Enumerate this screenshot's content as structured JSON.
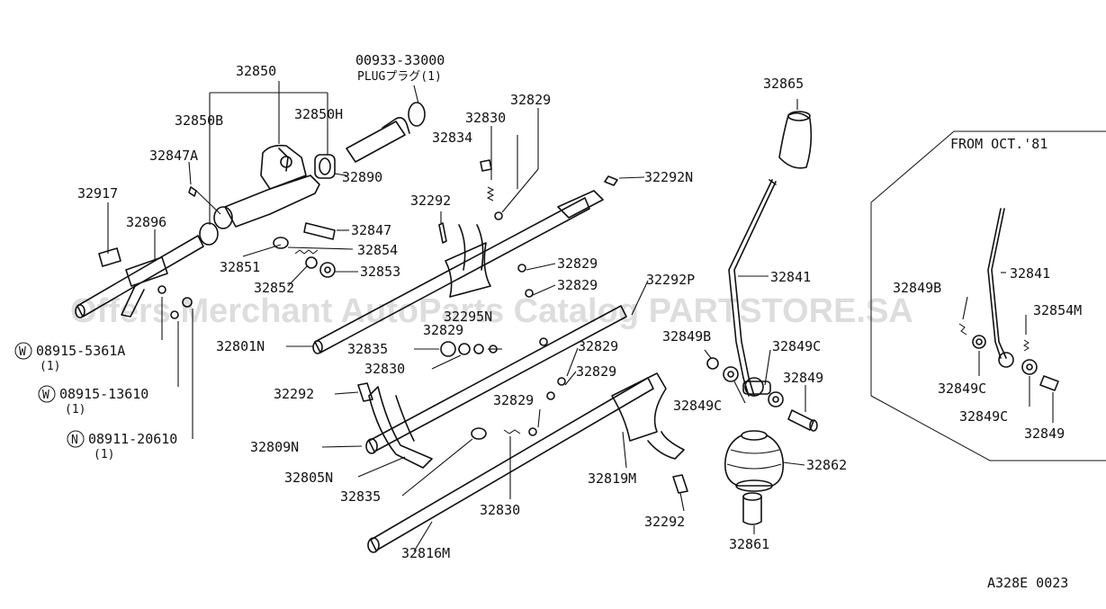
{
  "watermark": "Offers Merchant AutoParts Catalog PARTSTORE.SA",
  "diagram_code": "A328E 0023",
  "inset_title": "FROM OCT.'81",
  "labels": {
    "p32850": "32850",
    "p00933": "00933-33000",
    "plug": "PLUGプラグ(1)",
    "p32850B": "32850B",
    "p32850H": "32850H",
    "p32829a": "32829",
    "p32830a": "32830",
    "p32834": "32834",
    "p32865": "32865",
    "p32847A": "32847A",
    "p32890": "32890",
    "p32292Na": "32292N",
    "p32917": "32917",
    "p32896": "32896",
    "p32292a": "32292",
    "p32847": "32847",
    "p32854": "32854",
    "p32851": "32851",
    "p32853": "32853",
    "p32852": "32852",
    "p32829b": "32829",
    "p32292P": "32292P",
    "p32841a": "32841",
    "p32829c": "32829",
    "p32295N": "32295N",
    "p32801N": "32801N",
    "p32829d": "32829",
    "p32835a": "32835",
    "p32830b": "32830",
    "p32829e": "32829",
    "p32849B": "32849B",
    "p32849Ca": "32849C",
    "p32849a": "32849",
    "w08915_5361": "08915-5361A",
    "w08915_5361q": "(1)",
    "p32829f": "32829",
    "p32292b": "32292",
    "w08915_1361": "08915-13610",
    "w08915_1361q": "(1)",
    "p32829g": "32829",
    "p32849Cb": "32849C",
    "n08911": "08911-20610",
    "n08911q": "(1)",
    "p32809N": "32809N",
    "p32805N": "32805N",
    "p32835b": "32835",
    "p32830c": "32830",
    "p32819M": "32819M",
    "p32862": "32862",
    "p32292c": "32292",
    "p32816M": "32816M",
    "p32861": "32861",
    "i32849B": "32849B",
    "i32841": "32841",
    "i32854M": "32854M",
    "i32849Ca": "32849C",
    "i32849Cb": "32849C",
    "i32849": "32849",
    "circW": "W",
    "circN": "N"
  },
  "colors": {
    "ink": "#111111",
    "background": "#ffffff"
  }
}
